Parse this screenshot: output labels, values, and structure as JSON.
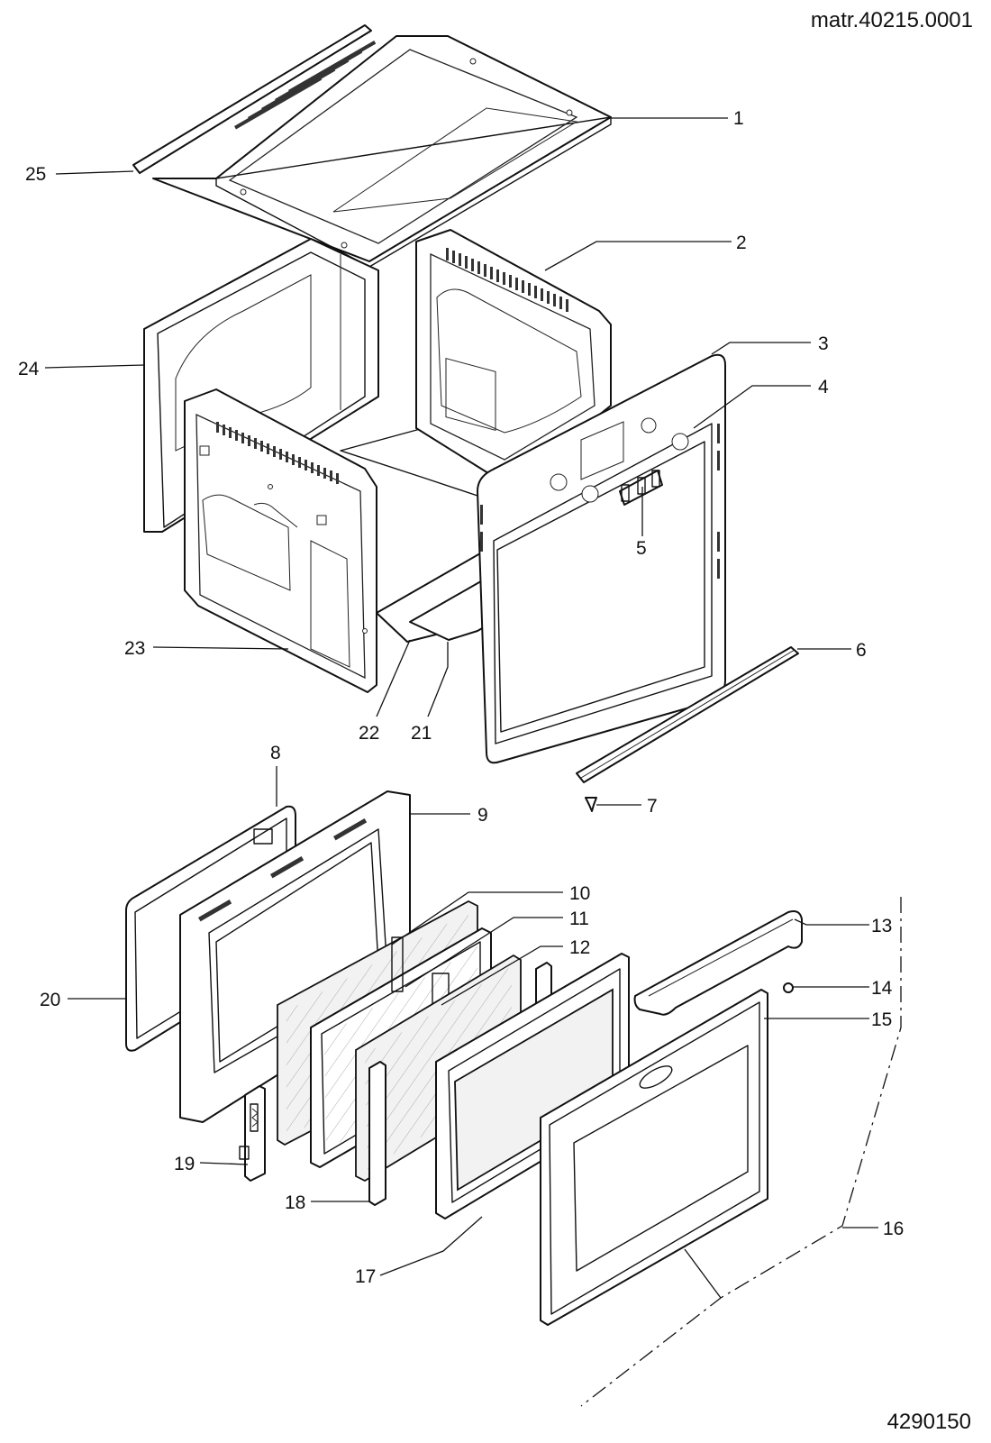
{
  "header": {
    "material_code": "matr.40215.0001"
  },
  "footer": {
    "drawing_number": "4290150"
  },
  "callouts": [
    {
      "n": "1"
    },
    {
      "n": "2"
    },
    {
      "n": "3"
    },
    {
      "n": "4"
    },
    {
      "n": "5"
    },
    {
      "n": "6"
    },
    {
      "n": "7"
    },
    {
      "n": "8"
    },
    {
      "n": "9"
    },
    {
      "n": "10"
    },
    {
      "n": "11"
    },
    {
      "n": "12"
    },
    {
      "n": "13"
    },
    {
      "n": "14"
    },
    {
      "n": "15"
    },
    {
      "n": "16"
    },
    {
      "n": "17"
    },
    {
      "n": "18"
    },
    {
      "n": "19"
    },
    {
      "n": "20"
    },
    {
      "n": "21"
    },
    {
      "n": "22"
    },
    {
      "n": "23"
    },
    {
      "n": "24"
    },
    {
      "n": "25"
    }
  ]
}
